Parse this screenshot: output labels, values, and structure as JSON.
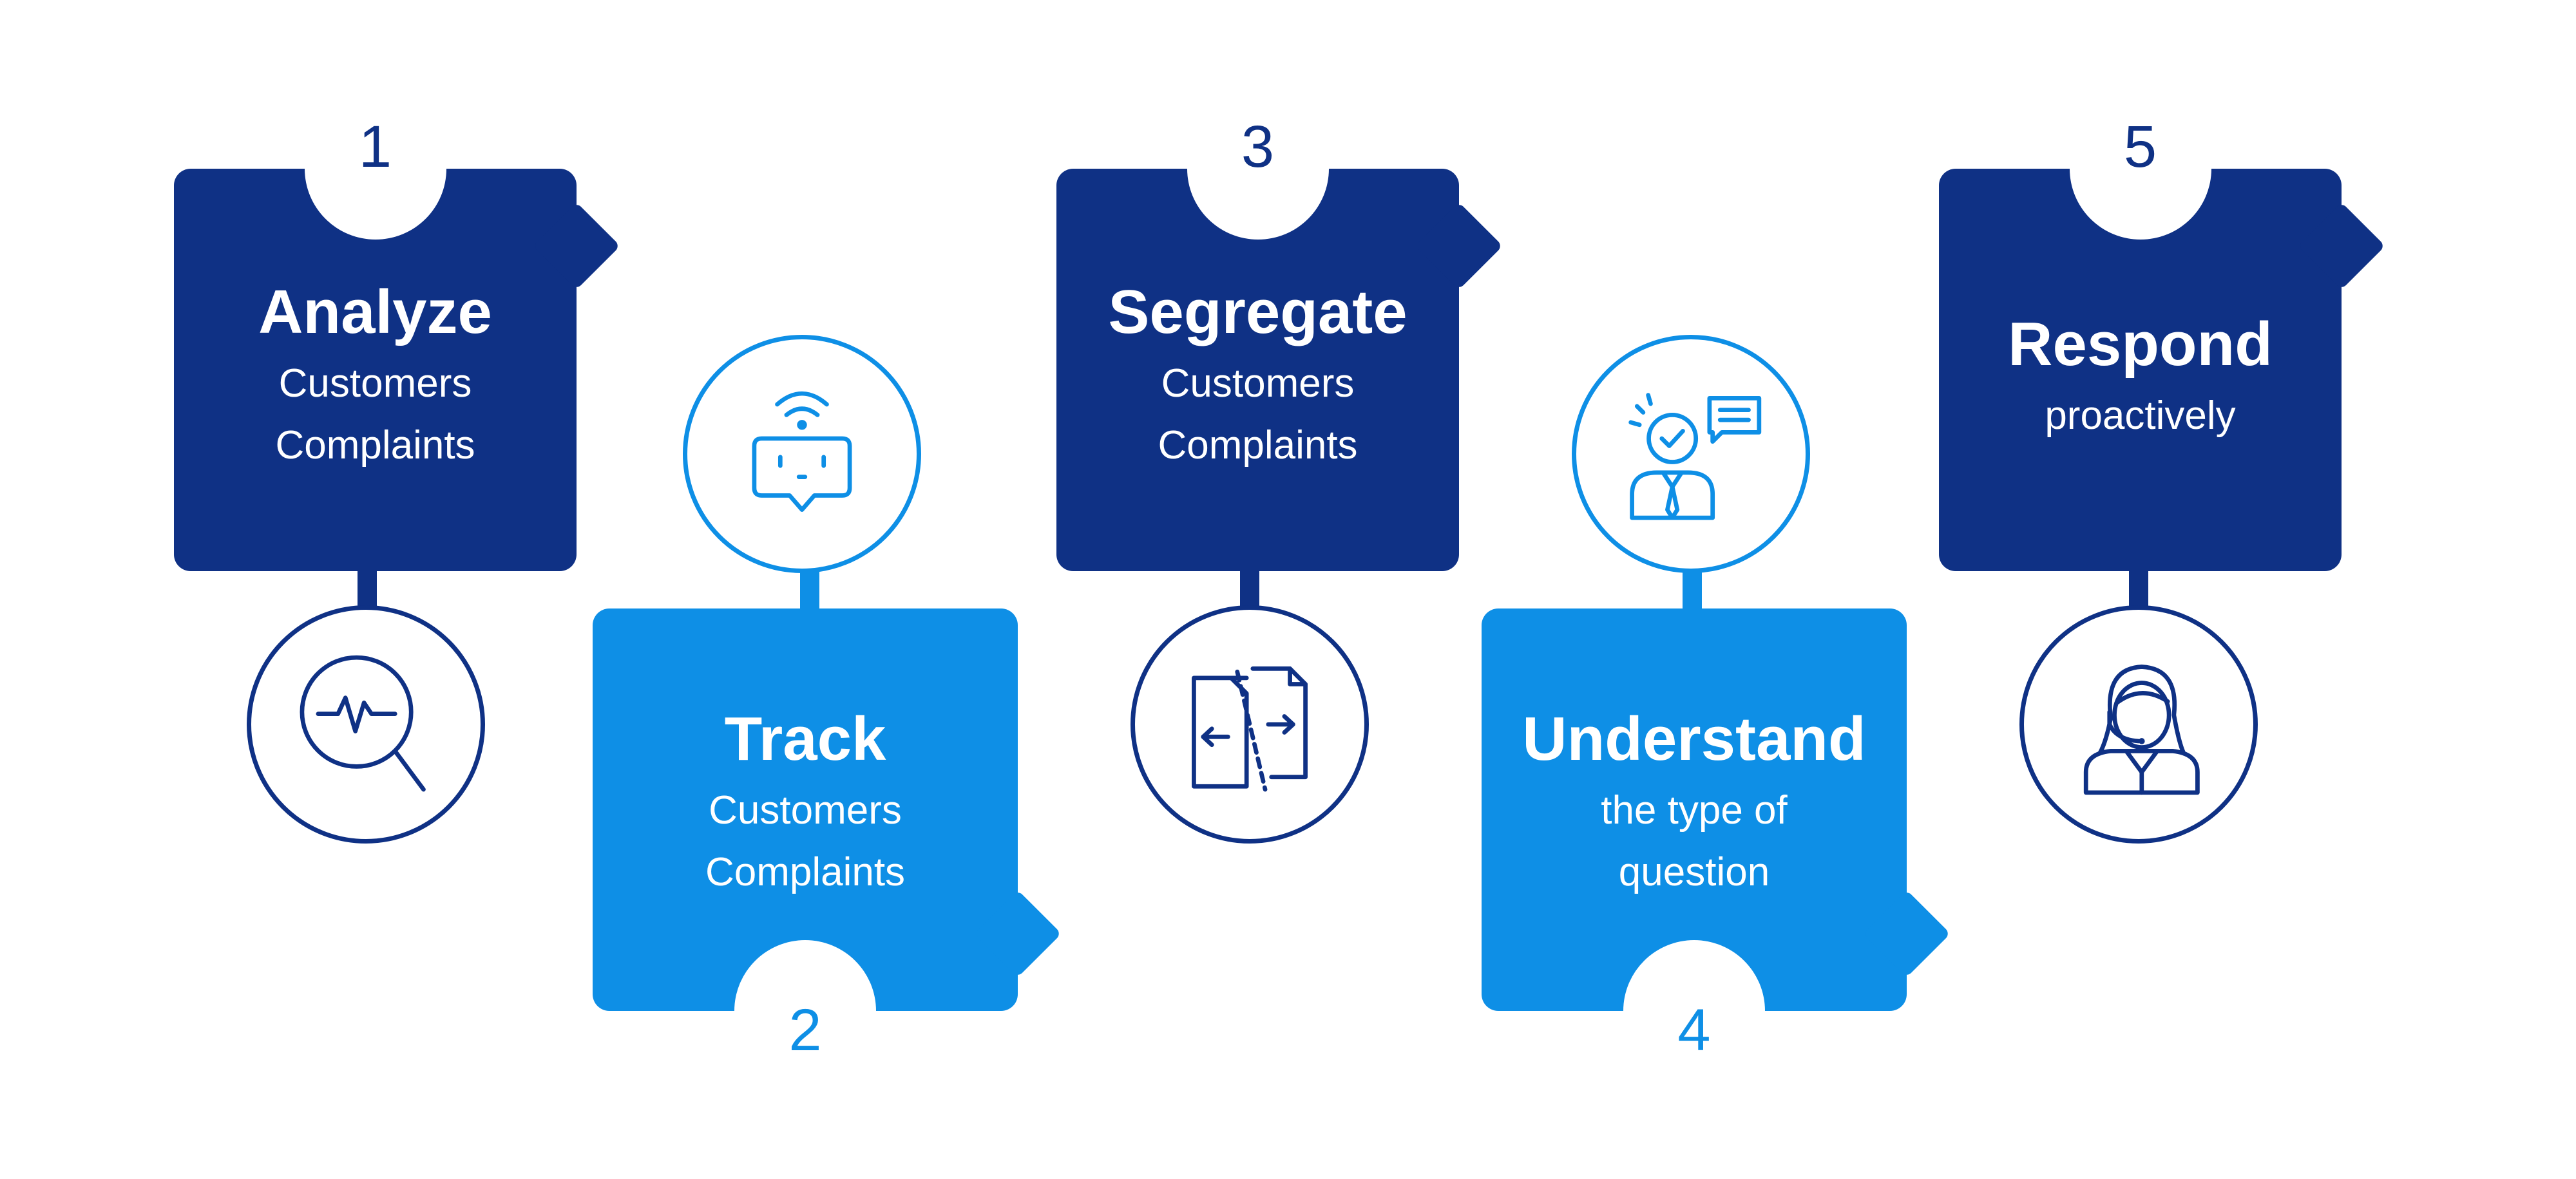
{
  "steps": [
    {
      "number": "1",
      "title": "Analyze",
      "subtitle_lines": [
        "Customers",
        "Complaints"
      ],
      "icon": "magnifier-pulse-icon"
    },
    {
      "number": "2",
      "title": "Track",
      "subtitle_lines": [
        "Customers",
        "Complaints"
      ],
      "icon": "chatbot-wifi-icon"
    },
    {
      "number": "3",
      "title": "Segregate",
      "subtitle_lines": [
        "Customers",
        "Complaints"
      ],
      "icon": "split-document-icon"
    },
    {
      "number": "4",
      "title": "Understand",
      "subtitle_lines": [
        "the type of",
        "question"
      ],
      "icon": "agent-chat-icon"
    },
    {
      "number": "5",
      "title": "Respond",
      "subtitle_lines": [
        "proactively"
      ],
      "icon": "support-headset-icon"
    }
  ],
  "colors": {
    "dark": "#0f3185",
    "light": "#0e8fe6",
    "background": "#ffffff"
  }
}
